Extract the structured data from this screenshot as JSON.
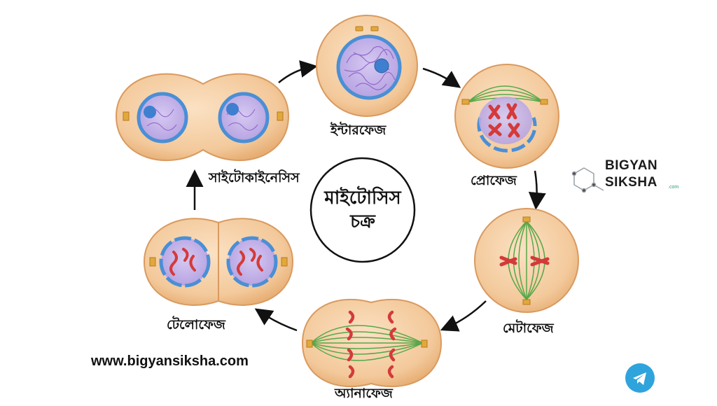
{
  "labels": {
    "interphase": "ইন্টারফেজ",
    "prophase": "প্রোফেজ",
    "metaphase": "মেটাফেজ",
    "anaphase": "অ্যানাফেজ",
    "telophase": "টেলোফেজ",
    "cytokinesis": "সাইটোকাইনেসিস"
  },
  "center": {
    "line1": "মাইটোসিস",
    "line2": "চক্র"
  },
  "website": "www.bigyansiksha.com",
  "logo": {
    "word1": "BIGYAN",
    "word2": "SIKSHA",
    "suffix": ".com"
  },
  "icons": {
    "share": "telegram-icon"
  },
  "colors": {
    "cell": "#f3c99b",
    "cell_edge": "#d99a5f",
    "nuclear_envelope": "#4a8fd6",
    "nucleoplasm": "#c3b2e8",
    "chromatin": "#8a5cc6",
    "chromosome": "#d43a3a",
    "spindle": "#56a84a",
    "centrosome": "#e1a83c",
    "telegram": "#2fa4dc"
  }
}
